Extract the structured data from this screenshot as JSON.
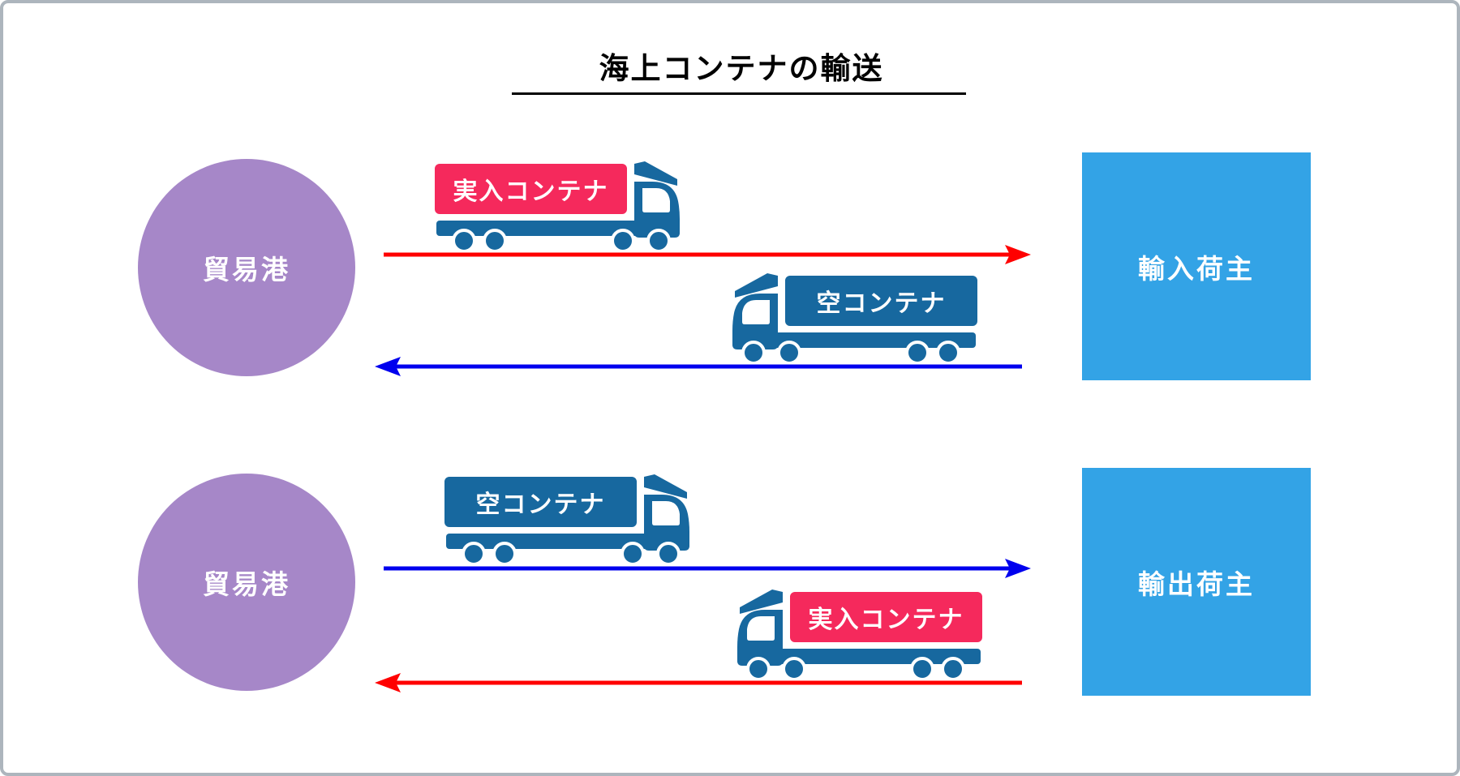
{
  "title": "海上コンテナの輸送",
  "colors": {
    "frame_border": "#ADB5BD",
    "title_text": "#000000",
    "port_purple": "#A687C8",
    "shipper_blue": "#33A3E6",
    "truck_blue": "#17689F",
    "loaded_pink": "#F5295C",
    "arrow_red": "#FF0000",
    "arrow_blue": "#0000EE",
    "label_text": "#FFFFFF"
  },
  "diagram": {
    "rows": [
      {
        "port_label": "貿易港",
        "shipper_label": "輸入荷主",
        "trucks": [
          {
            "label": "実入コンテナ",
            "cargo": "loaded",
            "direction": "port-to-shipper",
            "arrow_color": "#FF0000"
          },
          {
            "label": "空コンテナ",
            "cargo": "empty",
            "direction": "shipper-to-port",
            "arrow_color": "#0000EE"
          }
        ]
      },
      {
        "port_label": "貿易港",
        "shipper_label": "輸出荷主",
        "trucks": [
          {
            "label": "空コンテナ",
            "cargo": "empty",
            "direction": "port-to-shipper",
            "arrow_color": "#0000EE"
          },
          {
            "label": "実入コンテナ",
            "cargo": "loaded",
            "direction": "shipper-to-port",
            "arrow_color": "#FF0000"
          }
        ]
      }
    ]
  }
}
